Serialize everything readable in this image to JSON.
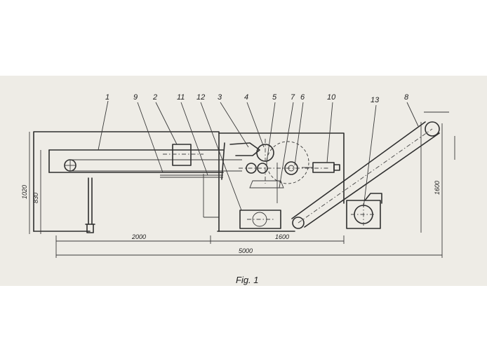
{
  "figure": {
    "caption": "Fig. 1",
    "part_labels": [
      "1",
      "9",
      "2",
      "11",
      "12",
      "3",
      "4",
      "5",
      "7",
      "6",
      "10",
      "13",
      "8"
    ],
    "dimensions": {
      "left_height_outer": "1020",
      "left_height_inner": "830",
      "base_left": "2000",
      "base_middle": "1600",
      "total_length": "5000",
      "right_height": "1600"
    }
  }
}
